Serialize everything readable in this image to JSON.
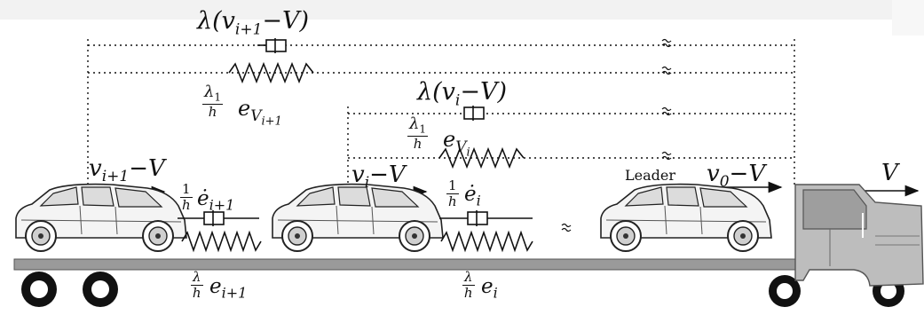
{
  "labels": {
    "damper_top": "λ(v",
    "damper_top_sub": "i+1",
    "damper_top_tail": "−V)",
    "spring_top_num": "λ",
    "spring_top_num_sub": "1",
    "spring_top_den": "h",
    "spring_top_var": "e",
    "spring_top_sub": "V",
    "spring_top_subsub": "i+1",
    "damper_mid": "λ(v",
    "damper_mid_sub": "i",
    "damper_mid_tail": "−V)",
    "spring_mid_num": "λ",
    "spring_mid_num_sub": "1",
    "spring_mid_den": "h",
    "spring_mid_var": "e",
    "spring_mid_sub": "V",
    "spring_mid_subsub": "i",
    "vel_left": "v",
    "vel_left_sub": "i+1",
    "vel_left_tail": "−V",
    "vel_mid": "v",
    "vel_mid_sub": "i",
    "vel_mid_tail": "−V",
    "vel_leader": "v",
    "vel_leader_sub": "0",
    "vel_leader_tail": "−V",
    "leader": "Leader",
    "truck_v": "V",
    "damper_low_left_num": "1",
    "damper_low_left_den": "h",
    "damper_low_left_var": "ė",
    "damper_low_left_sub": "i+1",
    "damper_low_mid_num": "1",
    "damper_low_mid_den": "h",
    "damper_low_mid_var": "ė",
    "damper_low_mid_sub": "i",
    "spring_low_left_num": "λ",
    "spring_low_left_den": "h",
    "spring_low_left_var": "e",
    "spring_low_left_sub": "i+1",
    "spring_low_mid_num": "λ",
    "spring_low_mid_den": "h",
    "spring_low_mid_var": "e",
    "spring_low_mid_sub": "i"
  },
  "colors": {
    "ink": "#111111",
    "car_body": "#f4f4f4",
    "truck": "#bdbdbd",
    "platform": "#9a9a9a"
  }
}
